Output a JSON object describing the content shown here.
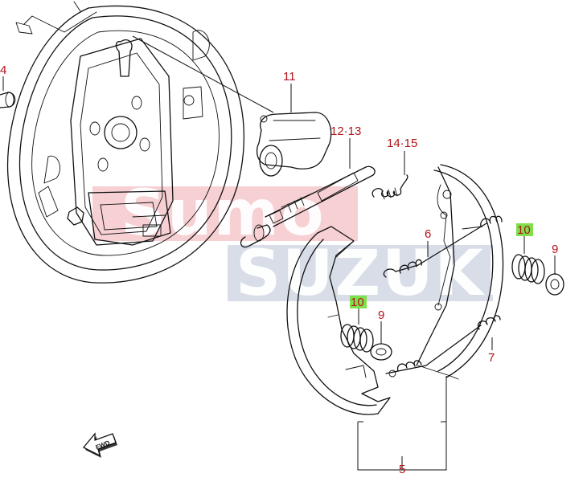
{
  "watermark": {
    "line1": "Sumo",
    "line2": "SUZUKI",
    "line1_color": "#d9323e",
    "line2_color": "#5a6f99"
  },
  "callouts": {
    "c4": "4",
    "c11": "11",
    "c12_13": "12·13",
    "c14_15": "14·15",
    "c6": "6",
    "c10_right": "10",
    "c9_right": "9",
    "c10_left": "10",
    "c9_left": "9",
    "c7": "7",
    "c5": "5"
  },
  "fwd_label": "FWD",
  "colors": {
    "callout_text": "#b0141c",
    "highlight": "#7ee04a",
    "line": "#111111"
  }
}
